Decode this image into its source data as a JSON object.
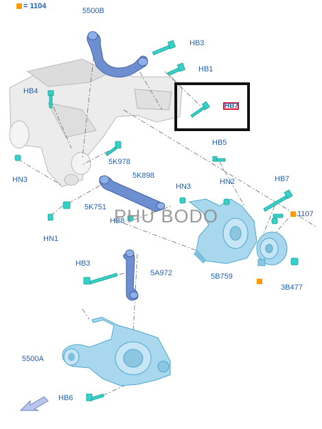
{
  "legend": {
    "marker_color": "#ff9900",
    "text": "= 1104"
  },
  "watermark": "PHU BODO",
  "highlight_label": "HB7",
  "labels": {
    "l5500b": "5500B",
    "hb3_top": "HB3",
    "hb1": "HB1",
    "hb4": "HB4",
    "hb5": "HB5",
    "hn3_left": "HN3",
    "k978": "5K978",
    "k898": "5K898",
    "hn3_mid": "HN3",
    "hn2": "HN2",
    "hb7": "HB7",
    "k751": "5K751",
    "hb8": "HB8",
    "l1107": "1107",
    "hn1": "HN1",
    "hb3_low": "HB3",
    "a972": "5A972",
    "b759": "5B759",
    "b477": "3B477",
    "l5500a": "5500A",
    "hb6": "HB6"
  },
  "colors": {
    "label": "#1c5fb5",
    "part_fill": "#a9d8ee",
    "part_dark": "#4aa6cf",
    "arm_fill": "#6d8fd0",
    "bolt": "#35d0c8",
    "subframe": "#e8e8e8",
    "accent": "#ff9900"
  }
}
